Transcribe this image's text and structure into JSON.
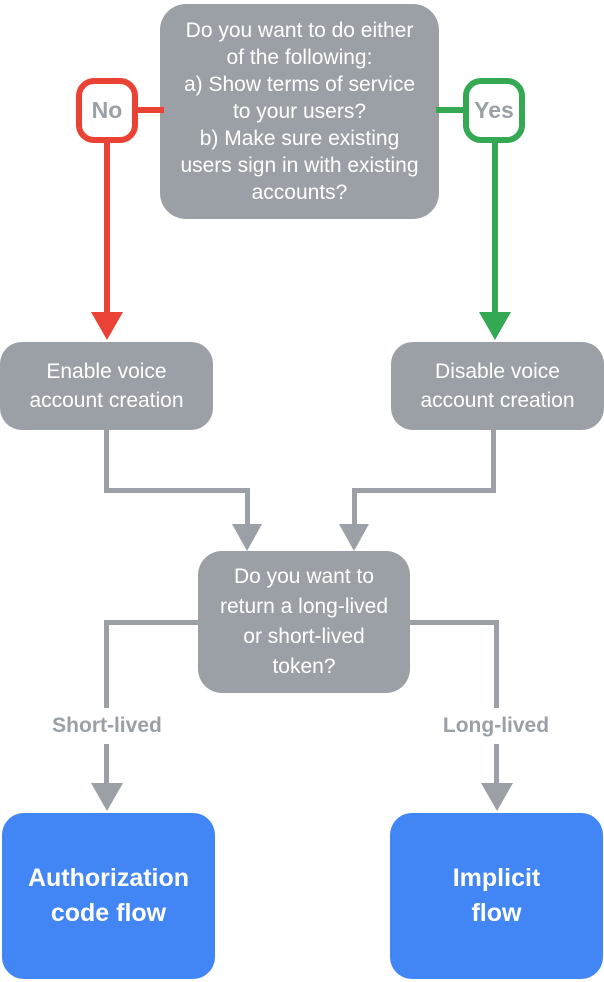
{
  "colors": {
    "node_gray": "#9AA0A6",
    "connector_gray": "#9AA0A6",
    "red": "#EA4335",
    "green": "#34A853",
    "blue": "#4285F4",
    "node_text": "#FFFFFF",
    "badge_text": "#9AA0A6",
    "label_text": "#9AA0A6"
  },
  "flow": {
    "question_terms": "Do you want to do either\nof the following:\na) Show terms of service\nto your users?\nb) Make sure existing\nusers sign in with existing\naccounts?",
    "no_label": "No",
    "yes_label": "Yes",
    "enable_node": "Enable voice\naccount creation",
    "disable_node": "Disable voice\naccount creation",
    "question_token": "Do you want to\nreturn a long-lived\nor short-lived\ntoken?",
    "short_lived_label": "Short-lived",
    "long_lived_label": "Long-lived",
    "auth_code_node": "Authorization\ncode flow",
    "implicit_node": "Implicit\nflow"
  }
}
